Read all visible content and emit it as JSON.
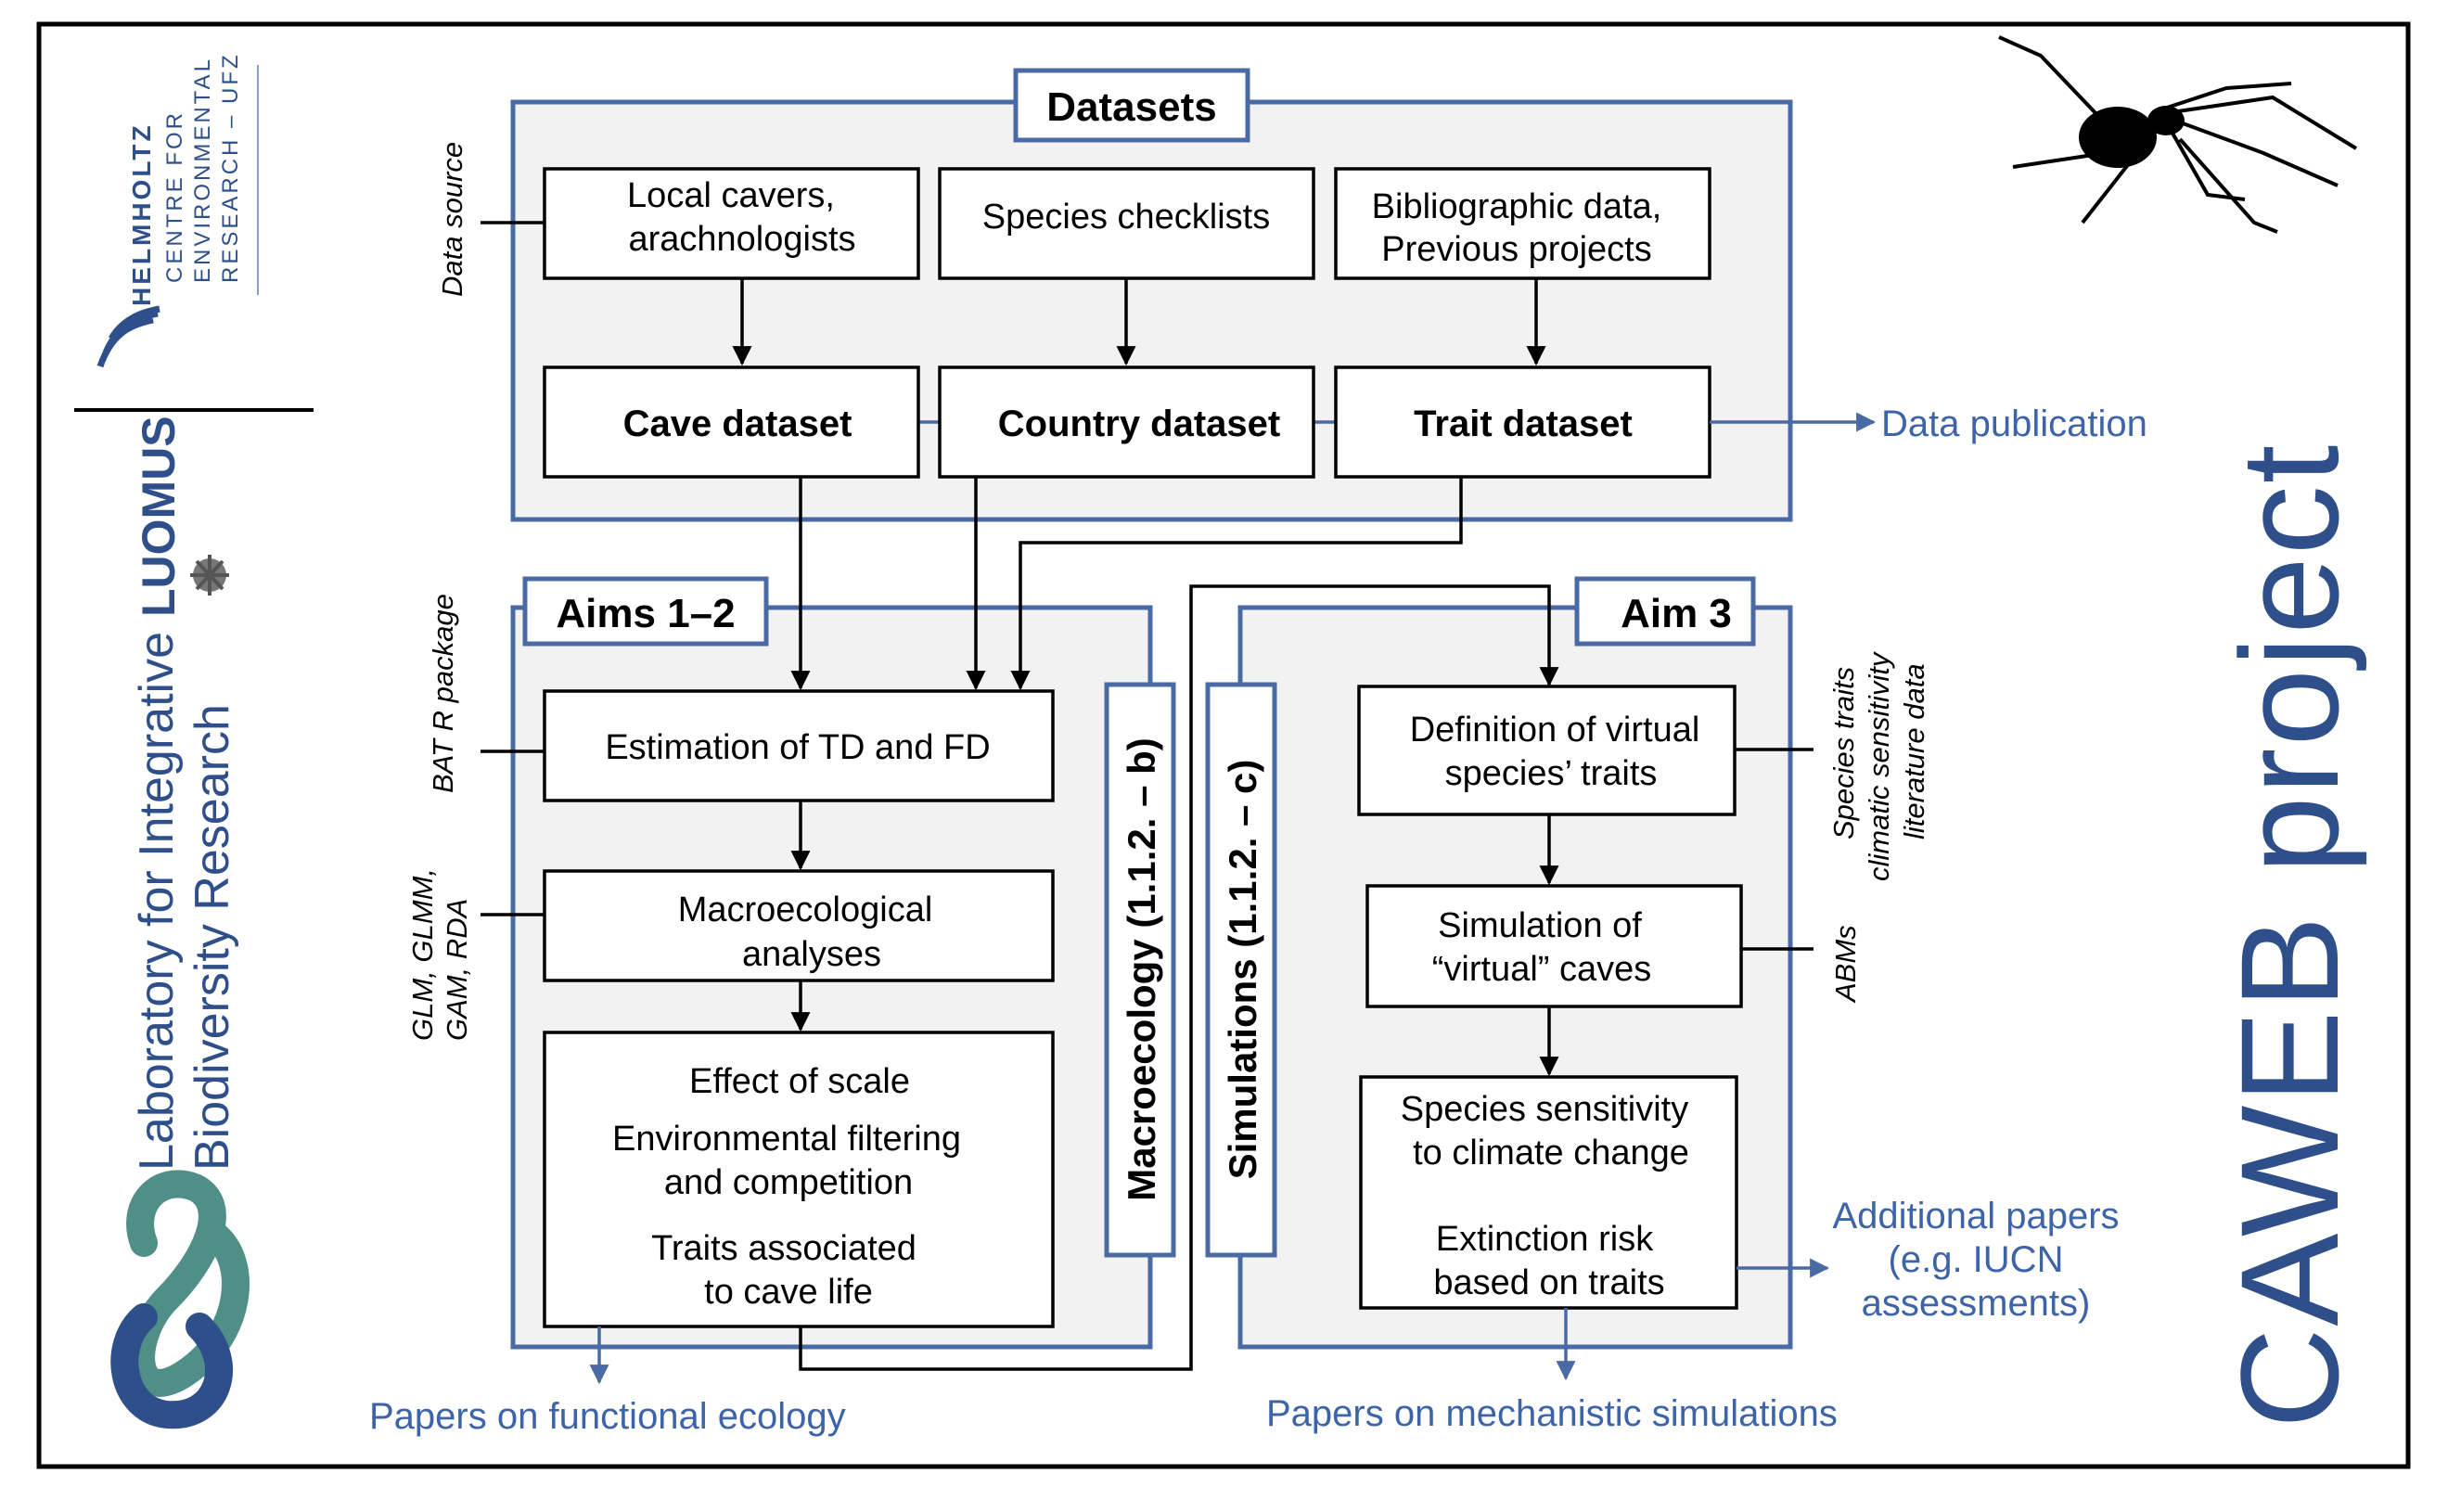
{
  "title": "Datasets",
  "sources": {
    "label": "Data source",
    "local_line1": "Local cavers,",
    "local_line2": "arachnologists",
    "checklists": "Species checklists",
    "biblio_line1": "Bibliographic data,",
    "biblio_line2": "Previous projects"
  },
  "datasets": {
    "cave": "Cave dataset",
    "country": "Country dataset",
    "trait": "Trait dataset"
  },
  "data_publication": "Data publication",
  "aims12": {
    "title": "Aims 1–2",
    "estimation": "Estimation of TD and FD",
    "macro_line1": "Macroecological",
    "macro_line2": "analyses",
    "effect": "Effect of scale",
    "envfilter_line1": "Environmental filtering",
    "envfilter_line2": "and competition",
    "traits_line1": "Traits associated",
    "traits_line2": "to cave life",
    "vertical_label": "Macroecology (1.1.2. – b)",
    "tool1": "BAT R package",
    "tool2_line1": "GLM, GLMM,",
    "tool2_line2": "GAM, RDA",
    "output": "Papers on functional ecology"
  },
  "aim3": {
    "title": "Aim 3",
    "definition_line1": "Definition of virtual",
    "definition_line2": "species’ traits",
    "simulation_line1": "Simulation of",
    "simulation_line2": "“virtual” caves",
    "sensitivity_line1": "Species sensitivity",
    "sensitivity_line2": "to climate change",
    "extinction_line1": "Extinction risk",
    "extinction_line2": "based on traits",
    "vertical_label": "Simulations (1.1.2. – c)",
    "side1_line1": "Species traits",
    "side1_line2": "climatic sensitivity",
    "side1_line3": "literature data",
    "side2": "ABMs",
    "output": "Papers on mechanistic simulations",
    "additional_line1": "Additional papers",
    "additional_line2": "(e.g. IUCN",
    "additional_line3": "assessments)"
  },
  "logos": {
    "helmholtz_line1": "HELMHOLTZ",
    "helmholtz_line2": "CENTRE FOR",
    "helmholtz_line3": "ENVIRONMENTAL",
    "helmholtz_line4": "RESEARCH – UFZ",
    "luomus": "LUOMUS",
    "lab_line1": "Laboratory for Integrative",
    "lab_line2": "Biodiversity Research"
  },
  "project_title": "CAWEB project",
  "colors": {
    "accent": "#4a6aa5",
    "accent_text": "#3d63a8",
    "panel": "#f2f2f2",
    "logo_teal": "#4f8f88",
    "logo_navy": "#2e4f8a"
  }
}
